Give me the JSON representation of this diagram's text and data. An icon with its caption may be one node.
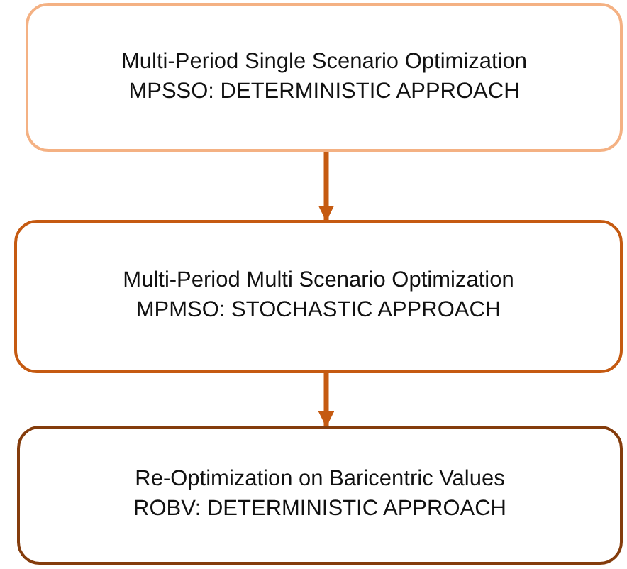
{
  "diagram": {
    "nodes": [
      {
        "text": [
          "Multi-Period Single Scenario Optimization",
          "MPSSO: DETERMINISTIC APPROACH"
        ]
      },
      {
        "text": [
          "Multi-Period Multi Scenario Optimization",
          "MPMSO: STOCHASTIC APPROACH"
        ]
      },
      {
        "text": [
          "Re-Optimization on Baricentric Values",
          "ROBV: DETERMINISTIC APPROACH"
        ]
      }
    ],
    "edges": [
      {
        "from": 0,
        "to": 1,
        "arrow": "to"
      },
      {
        "from": 1,
        "to": 2,
        "arrow": "to"
      }
    ]
  }
}
